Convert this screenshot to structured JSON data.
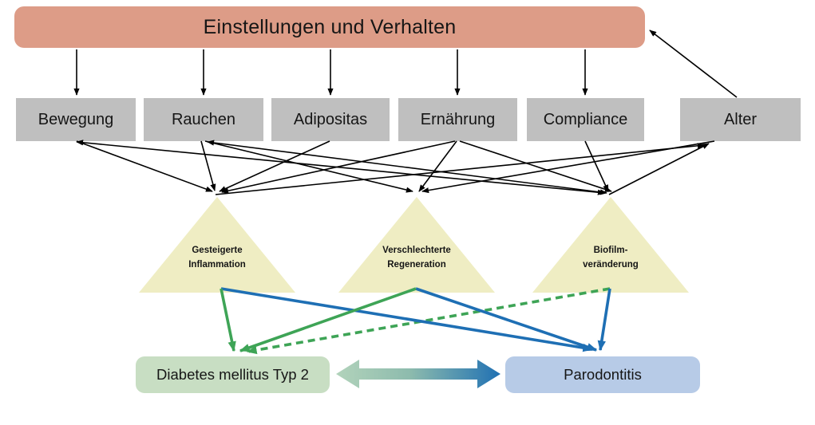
{
  "title": "Einstellungen und Verhalten",
  "factors": [
    "Bewegung",
    "Rauchen",
    "Adipositas",
    "Ernährung",
    "Compliance",
    "Alter"
  ],
  "mechanisms": [
    [
      "Gesteigerte",
      "Inflammation"
    ],
    [
      "Verschlechterte",
      "Regeneration"
    ],
    [
      "Biofilm-",
      "veränderung"
    ]
  ],
  "outcomes": {
    "diabetes": "Diabetes mellitus Typ 2",
    "parodontitis": "Parodontitis"
  },
  "colors": {
    "title_box_bg": "#DD9C87",
    "factor_box_bg": "#BFBFBF",
    "triangle_bg": "#EFEDC3",
    "diabetes_box_bg": "#C8DEC3",
    "parodontitis_box_bg": "#B7CBE7",
    "green_connector": "#3EA456",
    "blue_connector": "#1E6FB4",
    "arrow_black": "#000000",
    "gradient_arrow_left": "#B2D3BB",
    "gradient_arrow_right": "#2071B3"
  }
}
